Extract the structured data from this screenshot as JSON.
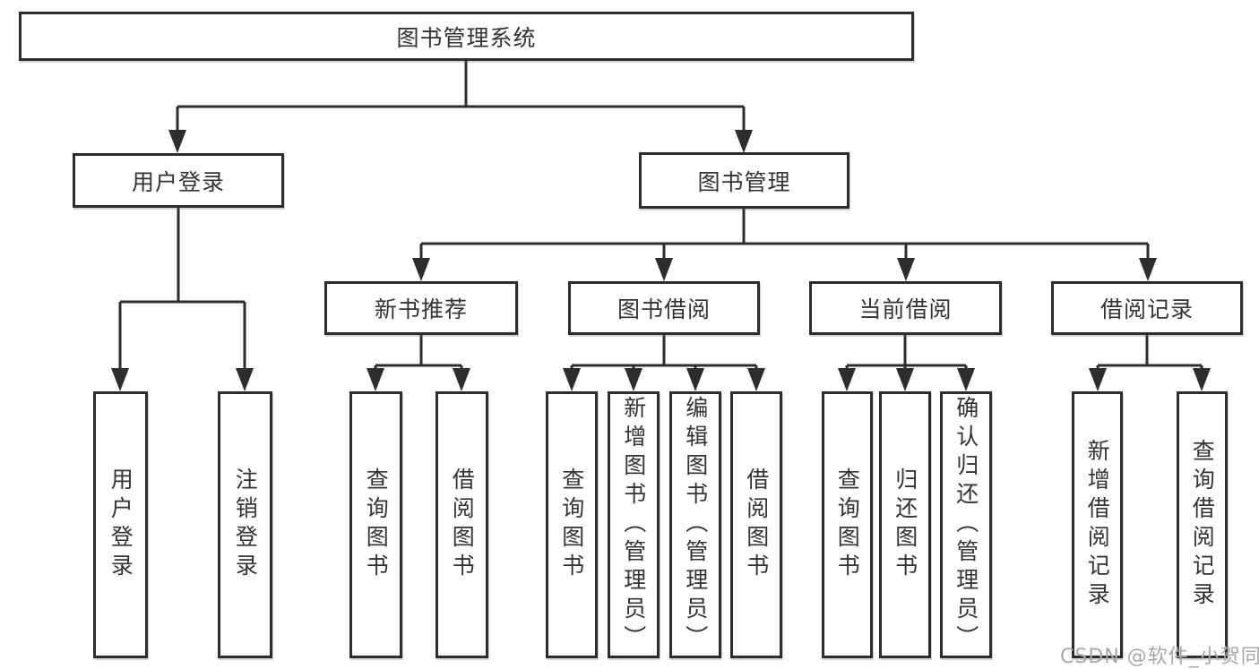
{
  "tree": {
    "root": {
      "label": "图书管理系统"
    },
    "branches": [
      {
        "label": "用户登录",
        "children": [
          {
            "label": "用户登录"
          },
          {
            "label": "注销登录"
          }
        ]
      },
      {
        "label": "图书管理",
        "groups": [
          {
            "label": "新书推荐",
            "children": [
              {
                "label": "查询图书"
              },
              {
                "label": "借阅图书"
              }
            ]
          },
          {
            "label": "图书借阅",
            "children": [
              {
                "label": "查询图书"
              },
              {
                "label": "新增图书（管理员）"
              },
              {
                "label": "编辑图书（管理员）"
              },
              {
                "label": "借阅图书"
              }
            ]
          },
          {
            "label": "当前借阅",
            "children": [
              {
                "label": "查询图书"
              },
              {
                "label": "归还图书"
              },
              {
                "label": "确认归还（管理员）"
              }
            ]
          },
          {
            "label": "借阅记录",
            "children": [
              {
                "label": "新增借阅记录"
              },
              {
                "label": "查询借阅记录"
              }
            ]
          }
        ]
      }
    ]
  },
  "watermark": {
    "text": "CSDN @软件_小贺同学"
  },
  "colors": {
    "line": "#2d2d2d",
    "text": "#333333",
    "background": "#ffffff",
    "watermark": "#a8a8a8"
  }
}
